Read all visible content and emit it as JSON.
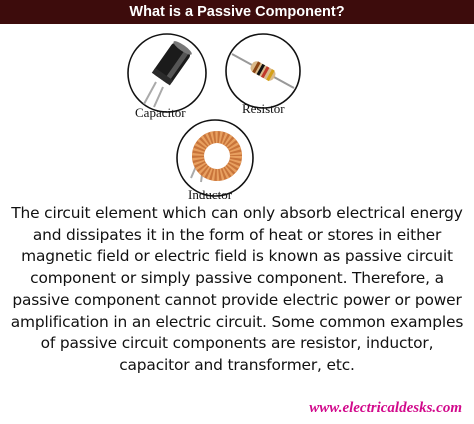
{
  "header": {
    "title": "What is a Passive Component?"
  },
  "components": {
    "capacitor_label": "Capacitor",
    "resistor_label": "Resistor",
    "inductor_label": "Inductor"
  },
  "description": "The circuit element which can only absorb electrical energy and dissipates it in the form of heat or stores in either magnetic field or electric field is known as passive circuit component or simply passive component. Therefore, a passive component cannot provide electric power or power amplification in an electric circuit. Some common examples of passive circuit components are resistor, inductor, capacitor and transformer, etc.",
  "footer": {
    "website": "www.electricaldesks.com"
  },
  "colors": {
    "banner": "#3d0c0c",
    "footer_text": "#d20a8c",
    "circle_stroke": "#111111"
  },
  "icons": [
    "capacitor-icon",
    "resistor-icon",
    "inductor-icon"
  ]
}
